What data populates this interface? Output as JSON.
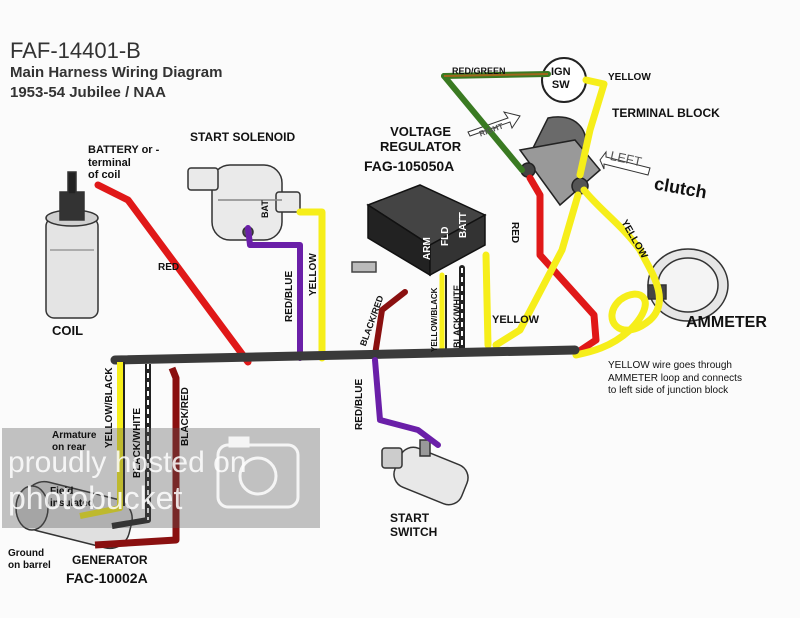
{
  "header": {
    "part_number": "FAF-14401-B",
    "subtitle": "Main Harness Wiring Diagram",
    "model": "1953-54 Jubilee / NAA"
  },
  "components": {
    "battery": "BATTERY or -\nterminal\nof coil",
    "coil": "COIL",
    "start_solenoid": "START SOLENOID",
    "solenoid_bat": "BAT",
    "voltage_regulator": "VOLTAGE\nREGULATOR",
    "regulator_part": "FAG-105050A",
    "reg_batt": "BATT",
    "reg_fld": "FLD",
    "reg_arm": "ARM",
    "ign_sw": "IGN\nSW",
    "terminal_block": "TERMINAL BLOCK",
    "right_arrow": "RIGHT",
    "left_arrow": "LEFT",
    "clutch": "clutch",
    "ammeter": "AMMETER",
    "ammeter_note": "YELLOW wire goes through\nAMMETER loop and connects\nto left side of junction block",
    "start_switch": "START\nSWITCH",
    "armature": "Armature\non rear",
    "field": "Field\ninsulated",
    "ground": "Ground\non barrel",
    "generator": "GENERATOR",
    "generator_part": "FAC-10002A"
  },
  "wires": {
    "red": "RED",
    "red_green": "RED/GREEN",
    "yellow": "YELLOW",
    "red_blue": "RED/BLUE",
    "black_red": "BLACK/RED",
    "yellow_black": "YELLOW/BLACK",
    "black_white": "BLACK/WHITE"
  },
  "watermark": {
    "line1": "proudly hosted on",
    "line2": "photobucket"
  },
  "colors": {
    "red": "#e01818",
    "yellow": "#f6ee1a",
    "purple": "#6a1fa8",
    "dark_red": "#8a1010",
    "green": "#3a7a22",
    "harness": "#3a3a3a"
  }
}
